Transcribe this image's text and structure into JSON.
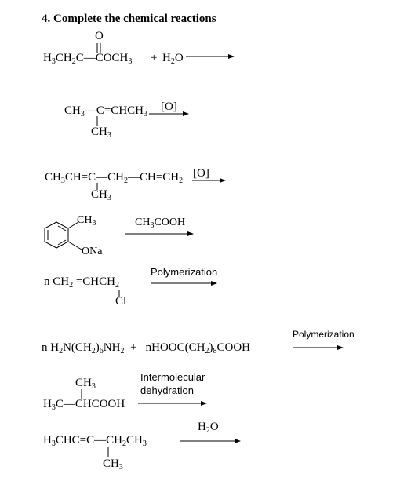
{
  "title": "4. Complete the chemical reactions",
  "r1": {
    "carbonyl_o": "O",
    "reactant_html": "H<sub>3</sub>CH<sub>2</sub>C—COCH<sub>3</sub>",
    "plus": "+",
    "water_html": "H<sub>2</sub>O"
  },
  "r2": {
    "main_html": "CH<sub>3</sub>—C=CHCH<sub>3</sub>",
    "sub_html": "CH<sub>3</sub>",
    "cond": "[O]"
  },
  "r3": {
    "main_html": "CH<sub>3</sub>CH=C—CH<sub>2</sub>—CH=CH<sub>2</sub>",
    "sub_html": "CH<sub>3</sub>",
    "cond": "[O]"
  },
  "r4": {
    "ch3_html": "CH<sub>3</sub>",
    "ona": "ONa",
    "reagent_html": "CH<sub>3</sub>COOH"
  },
  "r5": {
    "main_html": "n CH<sub>2</sub> =CHCH<sub>2</sub>",
    "sub": "Cl",
    "cond": "Polymerization"
  },
  "r6": {
    "reactants_html": "n H<sub>2</sub>N(CH<sub>2</sub>)<sub>6</sub>NH<sub>2</sub> &nbsp;+ &nbsp; nHOOC(CH<sub>2</sub>)<sub>8</sub>COOH",
    "cond": "Polymerization"
  },
  "r7": {
    "top_html": "CH<sub>3</sub>",
    "main_html": "H<sub>3</sub>C—CHCOOH",
    "cond_line1": "Intermolecular",
    "cond_line2": "dehydration"
  },
  "r8": {
    "main_html": "H<sub>3</sub>CHC=C—CH<sub>2</sub>CH<sub>3</sub>",
    "sub_html": "CH<sub>3</sub>",
    "cond_html": "H<sub>2</sub>O"
  }
}
